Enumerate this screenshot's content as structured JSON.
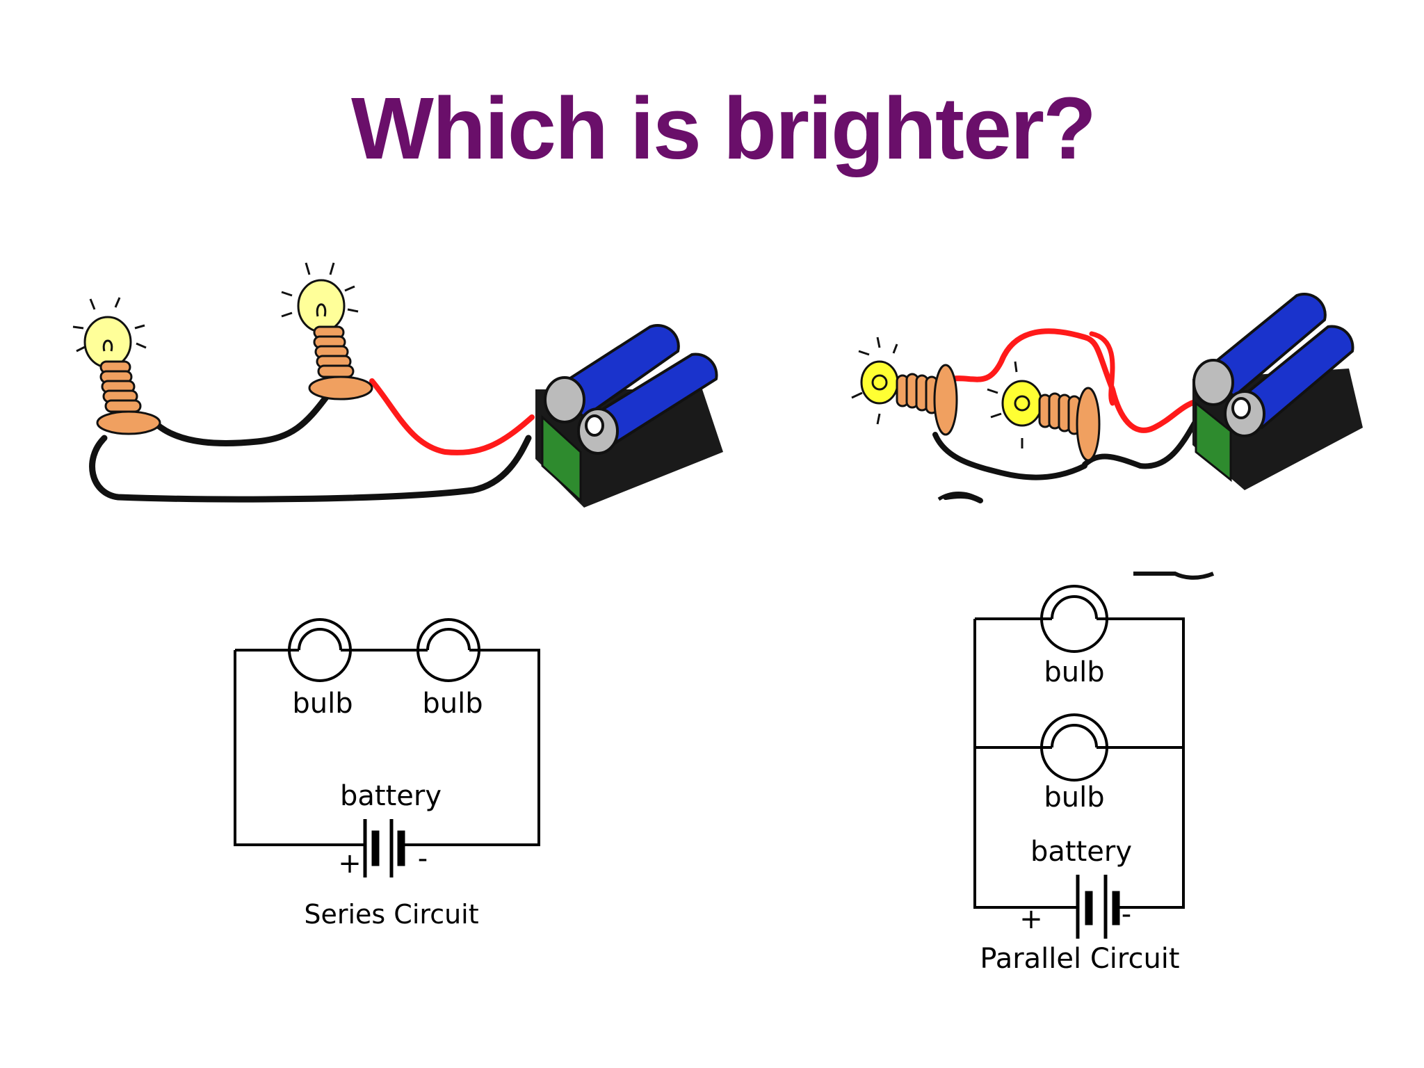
{
  "slide": {
    "title": "Which is brighter?",
    "title_color": "#6a0f6a"
  },
  "series_diagram": {
    "bulb_1": "bulb",
    "bulb_2": "bulb",
    "battery": "battery",
    "plus": "+",
    "minus": "-",
    "caption": "Series Circuit"
  },
  "parallel_diagram": {
    "bulb_1": "bulb",
    "bulb_2": "bulb",
    "battery": "battery",
    "plus": "+",
    "minus": "-",
    "caption": "Parallel Circuit"
  },
  "colors": {
    "wire_black": "#111111",
    "wire_red": "#ff1a1a",
    "bulb_glass": "#ffff99",
    "bulb_base": "#f0a060",
    "battery_blue": "#1a33cc",
    "battery_case": "#1a1a1a",
    "battery_terminal": "#2e8b2e"
  }
}
